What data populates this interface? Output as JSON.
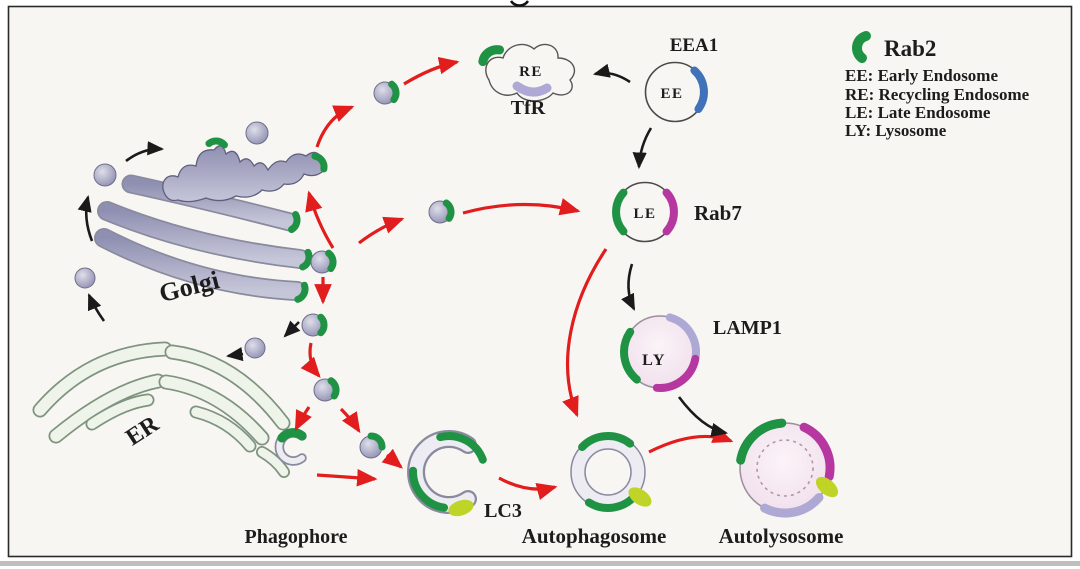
{
  "labels": {
    "golgi": "Golgi",
    "er": "ER",
    "phagophore": "Phagophore",
    "lc3": "LC3",
    "autophagosome": "Autophagosome",
    "autolysosome": "Autolysosome",
    "tfr": "TfR",
    "eea1": "EEA1",
    "rab7": "Rab7",
    "lamp1": "LAMP1"
  },
  "node_labels": {
    "re": "RE",
    "ee": "EE",
    "le": "LE",
    "ly": "LY"
  },
  "legend": {
    "title": "Rab2",
    "entries": [
      "EE: Early Endosome",
      "RE: Recycling Endosome",
      "LE: Late Endosome",
      "LY: Lysosome"
    ]
  },
  "colors": {
    "rab2-green": "#1f9244",
    "eea1-blue": "#3f72b8",
    "rab7-magenta": "#b5379f",
    "lamp1-lavender": "#aea8d4",
    "lc3-yellow": "#bfd426",
    "arrow-red": "#e11d1d",
    "arrow-black": "#1a1a1a",
    "background": "#f8f6f3"
  }
}
